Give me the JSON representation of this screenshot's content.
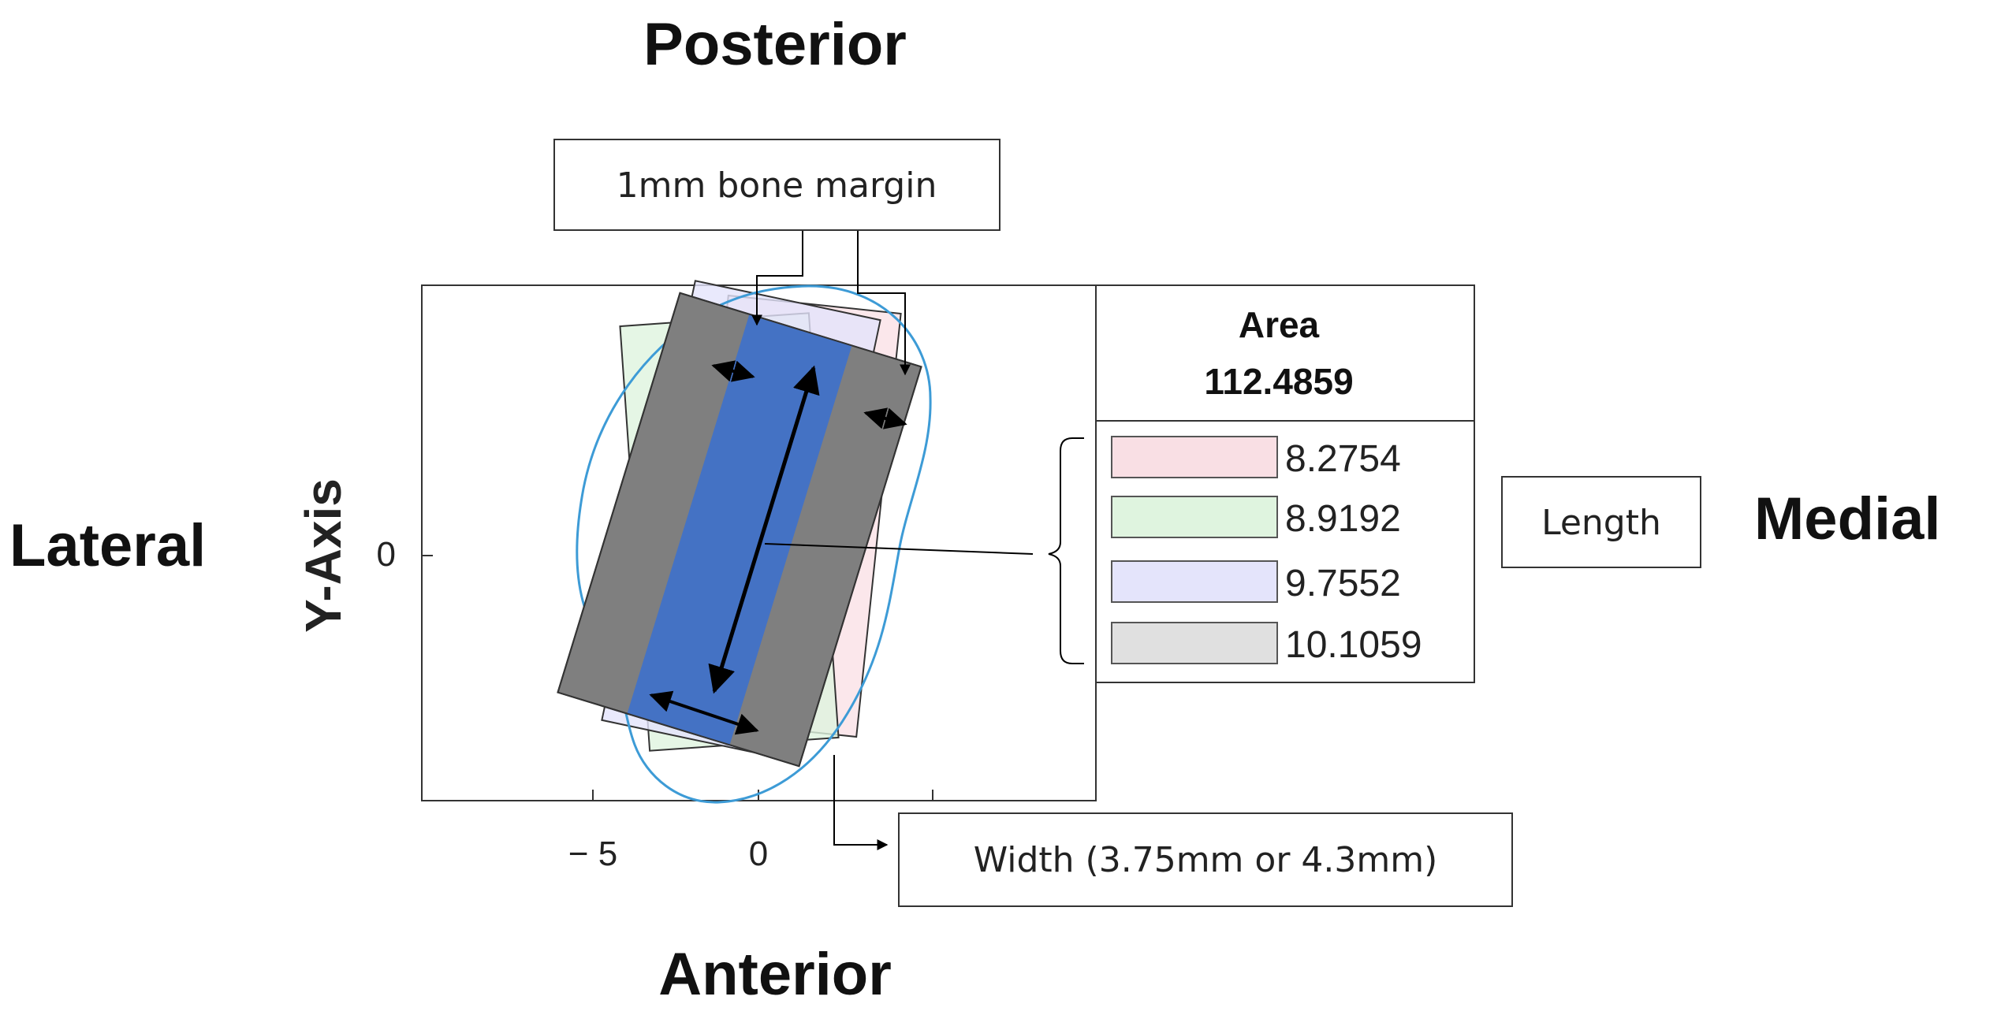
{
  "orientation": {
    "top": "Posterior",
    "bottom": "Anterior",
    "left": "Lateral",
    "right": "Medial"
  },
  "axes": {
    "ylabel": "Y-Axis",
    "y_ticks": [
      "0"
    ],
    "x_ticks": [
      "− 5",
      "0"
    ]
  },
  "callouts": {
    "bone_margin": "1mm bone margin",
    "width": "Width (3.75mm or 4.3mm)",
    "length": "Length"
  },
  "legend": {
    "title": "Area",
    "area_value": "112.4859",
    "entries": [
      {
        "label": "8.2754",
        "color": "#f9dfe4"
      },
      {
        "label": "8.9192",
        "color": "#dff4df"
      },
      {
        "label": "9.7552",
        "color": "#e4e4fb"
      },
      {
        "label": "10.1059",
        "color": "#e0e0e0"
      }
    ]
  },
  "colors": {
    "implant_core": "#4472c4",
    "bone_margin": "#7f7f7f",
    "bone_outline": "#3d9bd6"
  }
}
